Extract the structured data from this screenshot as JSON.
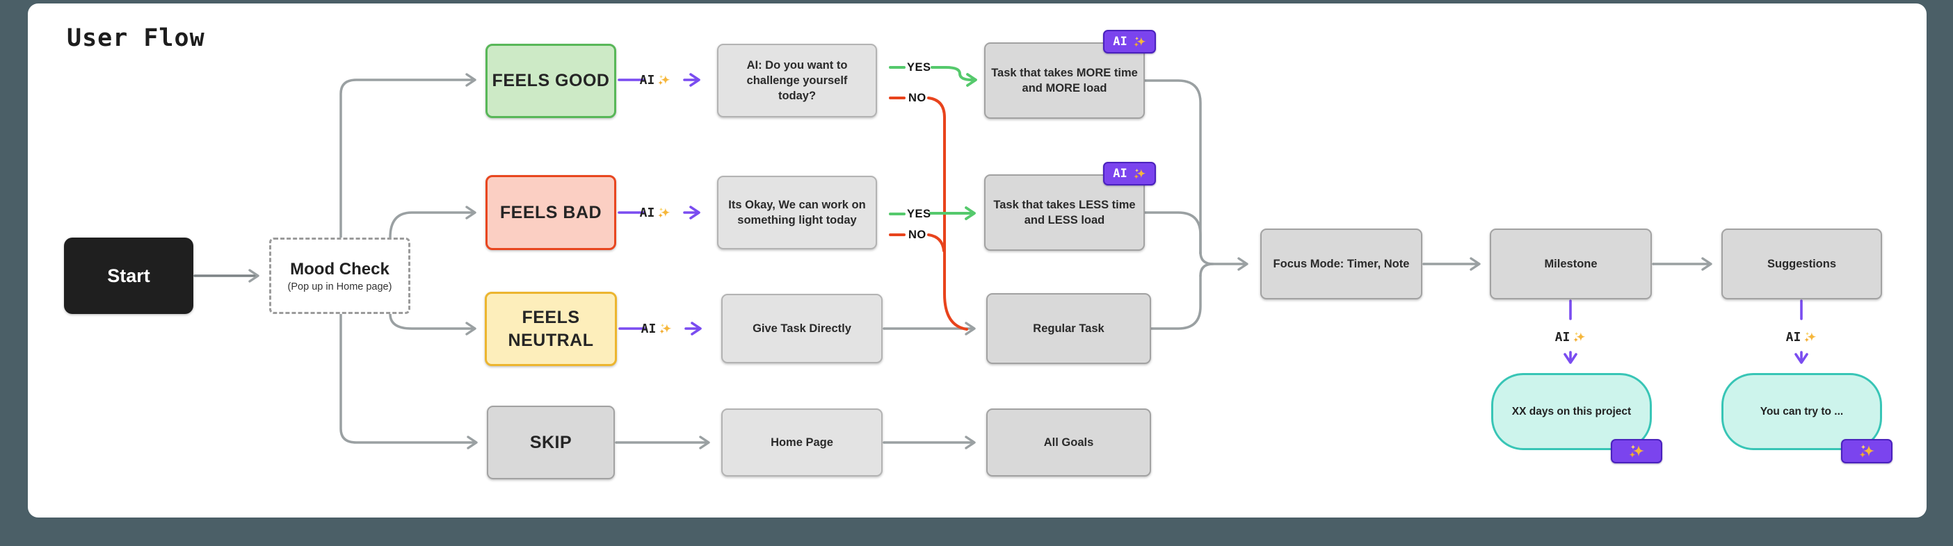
{
  "title": "User Flow",
  "labels": {
    "yes": "YES",
    "no": "NO",
    "ai": "AI"
  },
  "nodes": {
    "start": {
      "label": "Start"
    },
    "mood_check": {
      "title": "Mood Check",
      "subtitle": "(Pop up in Home page)"
    },
    "feels_good": {
      "label": "FEELS GOOD"
    },
    "feels_bad": {
      "label": "FEELS BAD"
    },
    "feels_neutral": {
      "label": "FEELS NEUTRAL"
    },
    "skip": {
      "label": "SKIP"
    },
    "challenge_question": {
      "label": "AI: Do you want to challenge yourself today?"
    },
    "light_today": {
      "label": "Its Okay, We can work on something light today"
    },
    "give_task_directly": {
      "label": "Give Task Directly"
    },
    "home_page": {
      "label": "Home Page"
    },
    "task_more": {
      "label": "Task that takes MORE time and MORE load"
    },
    "task_less": {
      "label": "Task that takes LESS time and LESS load"
    },
    "regular_task": {
      "label": "Regular Task"
    },
    "all_goals": {
      "label": "All Goals"
    },
    "focus_mode": {
      "label": "Focus Mode: Timer, Note"
    },
    "milestone": {
      "label": "Milestone"
    },
    "suggestions": {
      "label": "Suggestions"
    },
    "days_on_project": {
      "label": "XX days on this project"
    },
    "you_can_try": {
      "label": "You can try to ..."
    }
  },
  "edges": [
    {
      "from": "Start",
      "to": "Mood Check",
      "color": "gray"
    },
    {
      "from": "Mood Check",
      "to": "FEELS GOOD",
      "color": "gray"
    },
    {
      "from": "Mood Check",
      "to": "FEELS BAD",
      "color": "gray"
    },
    {
      "from": "Mood Check",
      "to": "FEELS NEUTRAL",
      "color": "gray"
    },
    {
      "from": "Mood Check",
      "to": "SKIP",
      "color": "gray"
    },
    {
      "from": "FEELS GOOD",
      "to": "AI: Do you want to challenge yourself today?",
      "label": "AI",
      "color": "purple"
    },
    {
      "from": "FEELS BAD",
      "to": "Its Okay, We can work on something light today",
      "label": "AI",
      "color": "purple"
    },
    {
      "from": "FEELS NEUTRAL",
      "to": "Give Task Directly",
      "label": "AI",
      "color": "purple"
    },
    {
      "from": "AI: Do you want to challenge yourself today?",
      "to": "Task that takes MORE time and MORE load",
      "label": "YES",
      "color": "green"
    },
    {
      "from": "AI: Do you want to challenge yourself today?",
      "to": "Regular Task",
      "label": "NO",
      "color": "red"
    },
    {
      "from": "Its Okay, We can work on something light today",
      "to": "Task that takes LESS time and LESS load",
      "label": "YES",
      "color": "green"
    },
    {
      "from": "Its Okay, We can work on something light today",
      "to": "Regular Task",
      "label": "NO",
      "color": "red"
    },
    {
      "from": "Give Task Directly",
      "to": "Regular Task",
      "color": "gray"
    },
    {
      "from": "SKIP",
      "to": "Home Page",
      "color": "gray"
    },
    {
      "from": "Home Page",
      "to": "All Goals",
      "color": "gray"
    },
    {
      "from": "Task that takes MORE time and MORE load",
      "to": "Focus Mode: Timer, Note",
      "color": "gray"
    },
    {
      "from": "Task that takes LESS time and LESS load",
      "to": "Focus Mode: Timer, Note",
      "color": "gray"
    },
    {
      "from": "Regular Task",
      "to": "Focus Mode: Timer, Note",
      "color": "gray"
    },
    {
      "from": "Focus Mode: Timer, Note",
      "to": "Milestone",
      "color": "gray"
    },
    {
      "from": "Milestone",
      "to": "Suggestions",
      "color": "gray"
    },
    {
      "from": "Milestone",
      "to": "XX days on this project",
      "label": "AI",
      "color": "purple"
    },
    {
      "from": "Suggestions",
      "to": "You can try to ...",
      "label": "AI",
      "color": "purple"
    }
  ],
  "colors": {
    "background": "#4b5f67",
    "canvas": "#ffffff",
    "connector_gray": "#9aa0a2",
    "accent_purple": "#7a4cf0",
    "yes_green": "#55c96c",
    "no_red": "#e8431c",
    "good_green_fill": "#cdeac6",
    "bad_red_fill": "#fbcfc3",
    "neutral_yellow_fill": "#fdeebb",
    "teal_fill": "#cdf4ec",
    "teal_border": "#38c5b6",
    "badge_purple": "#7b44ee",
    "sparkle_gold": "#f6b73c"
  }
}
